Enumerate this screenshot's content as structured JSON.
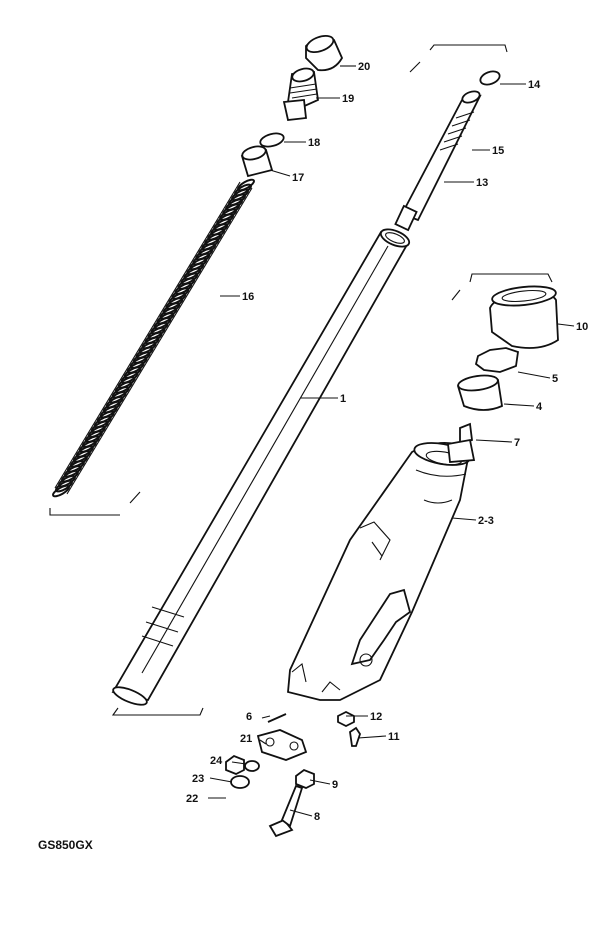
{
  "model_code": "GS850GX",
  "callouts": {
    "c1": "1",
    "c2": "2-3",
    "c4": "4",
    "c5": "5",
    "c6": "6",
    "c7": "7",
    "c8": "8",
    "c9": "9",
    "c10": "10",
    "c11": "11",
    "c12": "12",
    "c13": "13",
    "c14": "14",
    "c15": "15",
    "c16": "16",
    "c17": "17",
    "c18": "18",
    "c19": "19",
    "c20": "20",
    "c21": "21",
    "c22": "22",
    "c23": "23",
    "c24": "24"
  }
}
